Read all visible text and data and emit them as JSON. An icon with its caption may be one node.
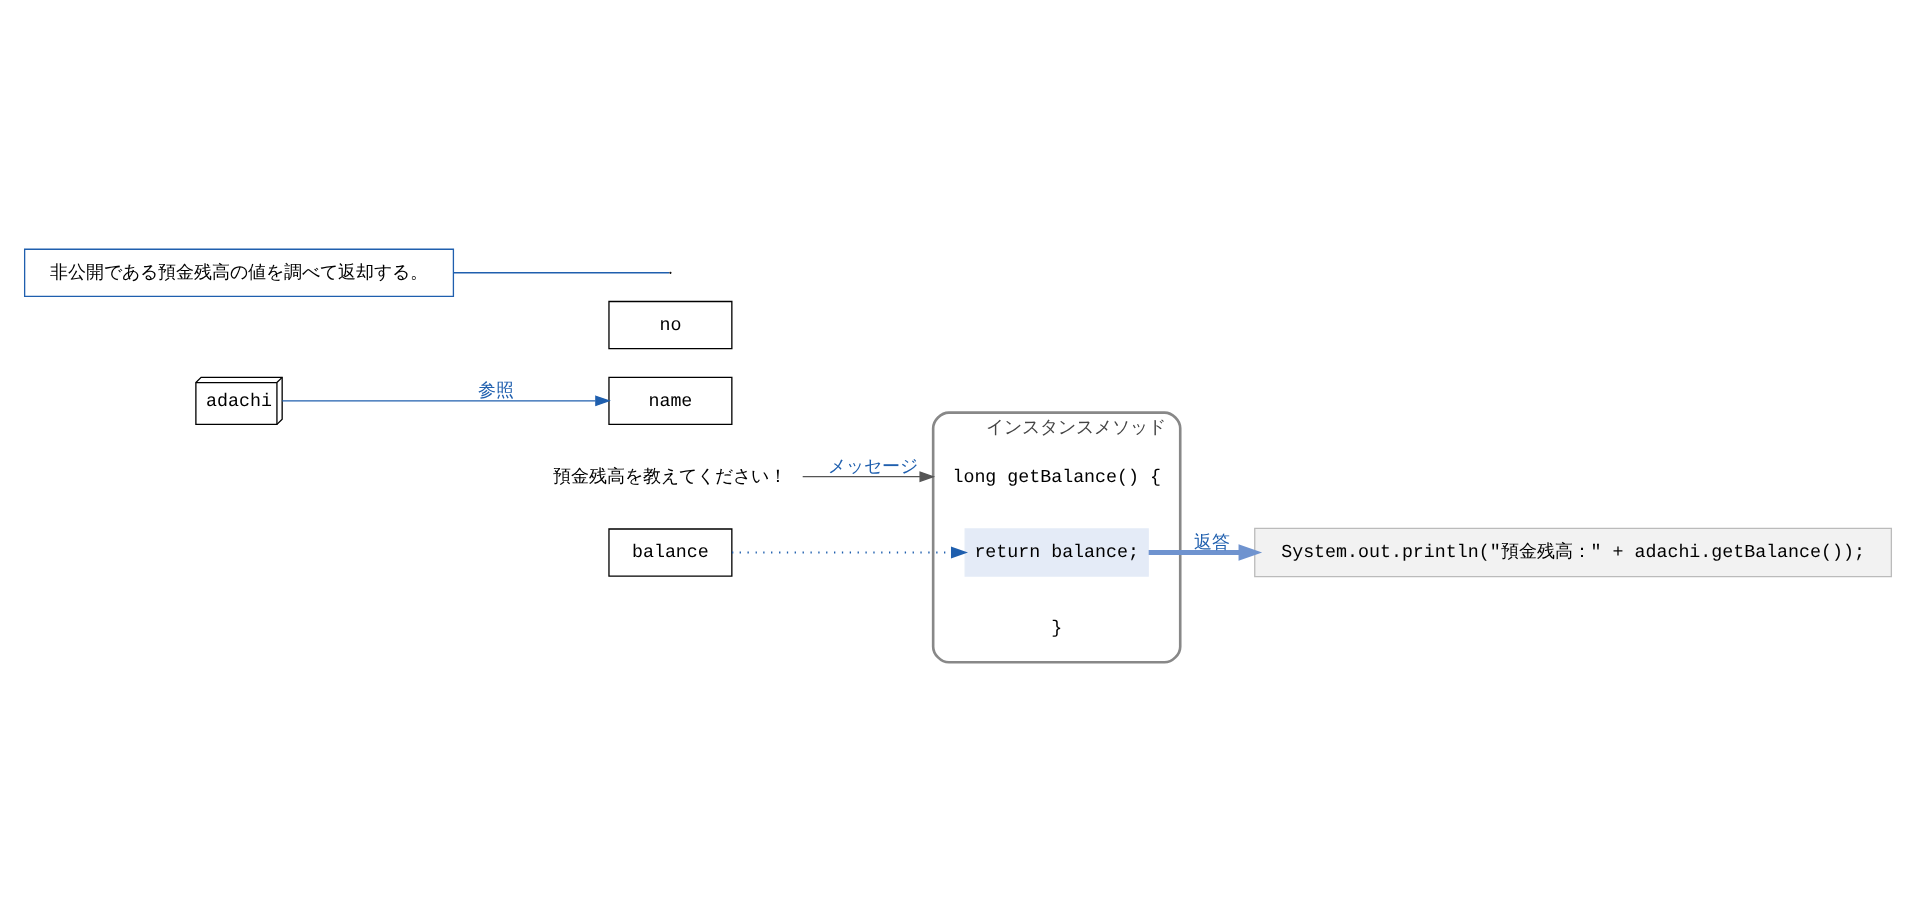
{
  "diagram": {
    "nodes": [
      {
        "text": [
          "System.out.println(\"預金残高：\" + adachi.getBalance());"
        ]
      },
      {
        "text": [
          "預金残高を教えてください！"
        ]
      },
      {
        "text": [
          "adachi"
        ]
      },
      {
        "text": [
          "name"
        ]
      },
      {
        "text": [
          "no"
        ]
      },
      {
        "text": [
          "balance"
        ]
      },
      {
        "text": [
          "インスタンスメソッド"
        ]
      },
      {
        "text": [
          "long getBalance() {"
        ],
        "in": 6
      },
      {
        "text": [
          "return balance;"
        ],
        "in": 6
      },
      {
        "text": [
          "}"
        ],
        "in": 6
      },
      {
        "text": [
          "非公開である預金残高の値を調べて返却する。"
        ]
      }
    ],
    "edges": [
      {
        "from": 2,
        "to": 3,
        "arrow": "to",
        "label": "参照",
        "color": "#1f5fae"
      },
      {
        "from": 5,
        "to": 8,
        "arrow": "to",
        "style": "dashed",
        "color": "#1f5fae"
      },
      {
        "from": 1,
        "to": 6,
        "arrow": "to",
        "label": "メッセージ",
        "color": "#555555"
      },
      {
        "from": 8,
        "to": 0,
        "arrow": "to",
        "label": "返答",
        "style": "thick",
        "color": "#6f93cf"
      },
      {
        "from": 10,
        "to": null,
        "arrow": "none",
        "color": "#1f5fae"
      }
    ]
  }
}
